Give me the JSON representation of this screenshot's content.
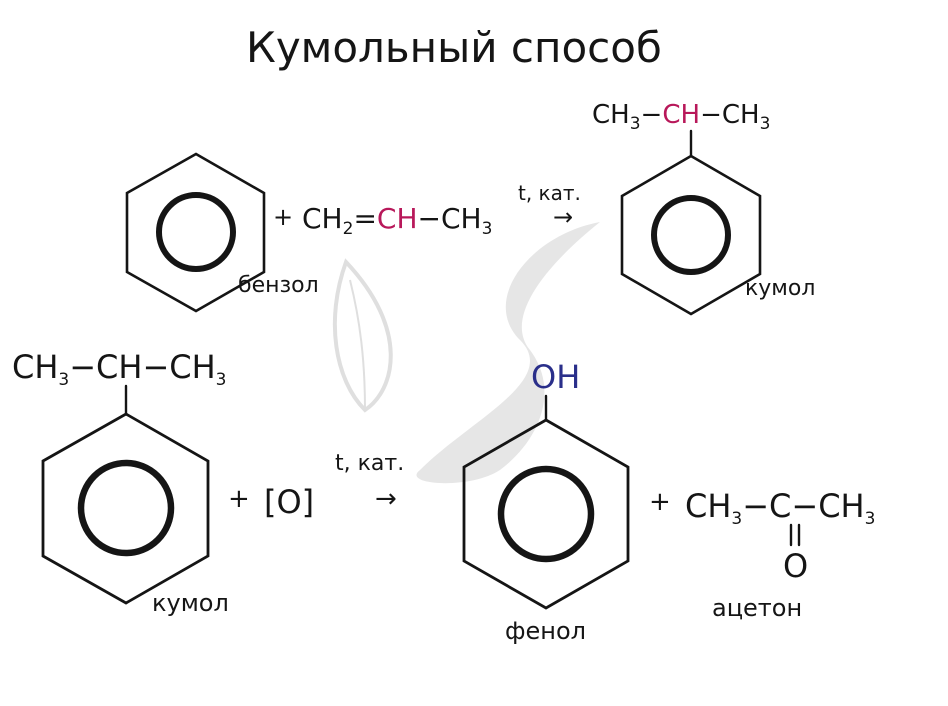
{
  "title": "Кумольный способ",
  "colors": {
    "ink": "#151515",
    "accent_red": "#b8185a",
    "accent_blue": "#2a2f8a",
    "watermark": "#d9d9d9"
  },
  "reaction1": {
    "benzene_label": "бензол",
    "plus": "+",
    "propene": {
      "ch2": "CH",
      "ch2_sub": "2",
      "eq": "=",
      "ch": "CH",
      "dash": "−",
      "ch3": "CH",
      "ch3_sub": "3"
    },
    "condition": "t, кат.",
    "arrow": "→",
    "product_chain": {
      "left_ch": "CH",
      "left_sub": "3",
      "dash1": "−",
      "mid": "CH",
      "dash2": "−",
      "right_ch": "CH",
      "right_sub": "3"
    },
    "product_label": "кумол"
  },
  "reaction2": {
    "chain": {
      "left_ch": "CH",
      "left_sub": "3",
      "dash1": "−",
      "mid": "CH",
      "dash2": "−",
      "right_ch": "CH",
      "right_sub": "3"
    },
    "reactant_label": "кумол",
    "plus": "+",
    "oxidant": "[O]",
    "condition": "t, кат.",
    "arrow": "→",
    "oh": "OH",
    "phenol_label": "фенол",
    "plus2": "+",
    "acetone": {
      "left_ch": "CH",
      "left_sub": "3",
      "dash1": "−",
      "c": "C",
      "dash2": "−",
      "right_ch": "CH",
      "right_sub": "3",
      "o": "O"
    },
    "acetone_label": "ацетон"
  }
}
